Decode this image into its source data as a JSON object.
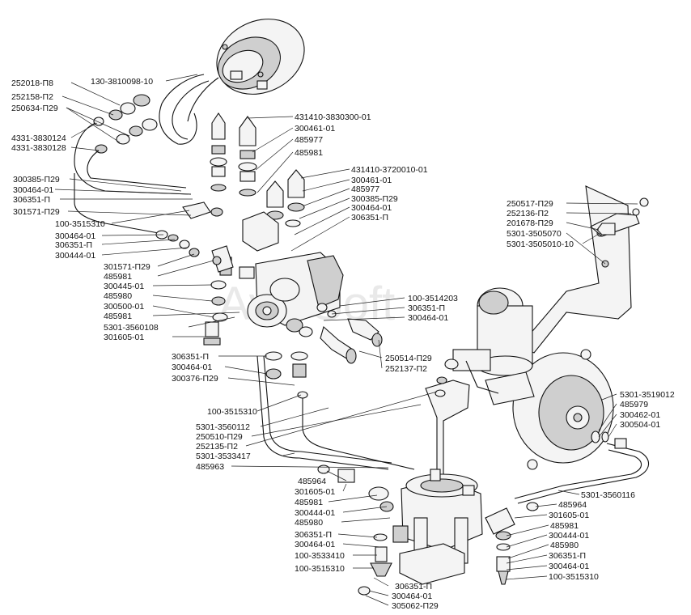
{
  "watermark": "AvtoSoft",
  "labels_left": [
    "252018-П8",
    "130-3810098-10",
    "252158-П2",
    "250634-П29",
    "4331-3830124",
    "4331-3830128",
    "300385-П29",
    "300464-01",
    "306351-П",
    "301571-П29",
    "100-3515310",
    "300464-01",
    "306351-П",
    "300444-01",
    "301571-П29",
    "485981",
    "300445-01",
    "485980",
    "300500-01",
    "485981",
    "5301-3560108",
    "301605-01",
    "306351-П",
    "300464-01",
    "300376-П29",
    "100-3515310",
    "5301-3560112",
    "250510-П29",
    "252135-П2",
    "5301-3533417",
    "485963",
    "485964",
    "301605-01",
    "485981",
    "300444-01",
    "485980",
    "306351-П",
    "300464-01",
    "100-3533410",
    "100-3515310",
    "306351-П",
    "300464-01",
    "305062-П29"
  ],
  "labels_right": [
    "431410-3830300-01",
    "300461-01",
    "485977",
    "485981",
    "431410-3720010-01",
    "300461-01",
    "485977",
    "300385-П29",
    "300464-01",
    "306351-П",
    "250517-П29",
    "252136-П2",
    "201678-П29",
    "5301-3505070",
    "5301-3505010-10",
    "100-3514203",
    "306351-П",
    "300464-01",
    "250514-П29",
    "252137-П2",
    "5301-3519012",
    "485979",
    "300462-01",
    "300504-01",
    "5301-3560116",
    "485964",
    "301605-01",
    "485981",
    "300444-01",
    "485980",
    "306351-П",
    "300464-01",
    "100-3515310"
  ]
}
